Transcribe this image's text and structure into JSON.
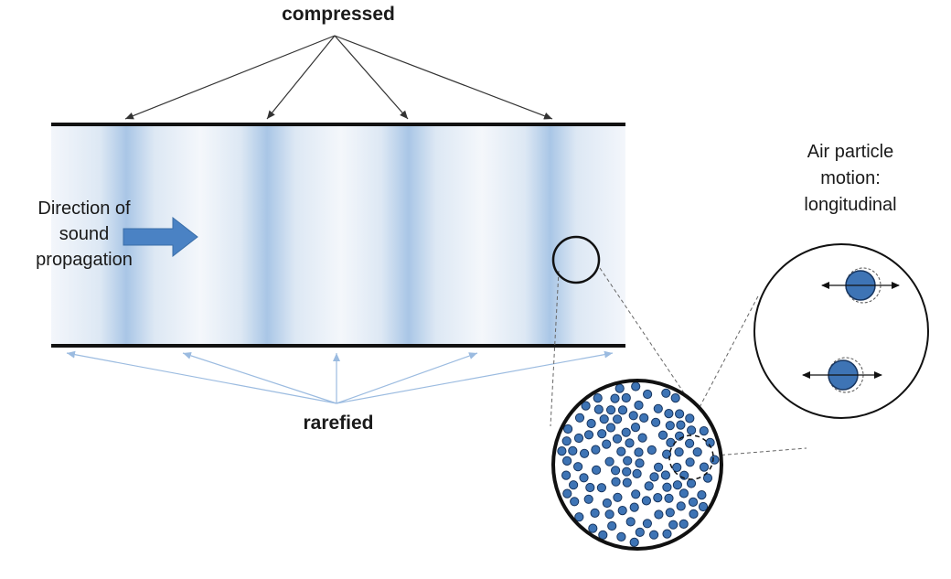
{
  "labels": {
    "compressed": "compressed",
    "rarefied": "rarefied",
    "direction": [
      "Direction of",
      "sound",
      "propagation"
    ],
    "particle_motion": [
      "Air particle",
      "motion:",
      "longitudinal"
    ]
  },
  "colors": {
    "compression_band": "#a9c6e6",
    "tube_background": "#f1f5fb",
    "propagation_arrow": "#4a82c4",
    "particle_fill": "#3e74b5",
    "particle_stroke": "#17355f",
    "compressed_arrow": "#333333",
    "rarefied_arrow": "#9bbbe0",
    "wall": "#111111"
  }
}
